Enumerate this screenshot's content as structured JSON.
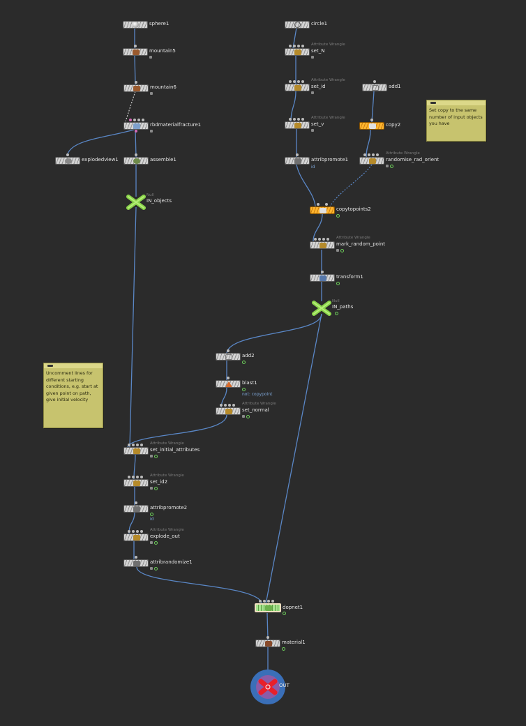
{
  "network": {
    "nodes": {
      "sphere1": {
        "name": "sphere1",
        "type": ""
      },
      "mountain5": {
        "name": "mountain5",
        "type": ""
      },
      "mountain6": {
        "name": "mountain6",
        "type": ""
      },
      "rbdmaterialfracture1": {
        "name": "rbdmaterialfracture1",
        "type": ""
      },
      "explodedview1": {
        "name": "explodedview1",
        "type": ""
      },
      "assemble1": {
        "name": "assemble1",
        "type": ""
      },
      "in_objects": {
        "name": "IN_objects",
        "type": "Null"
      },
      "circle1": {
        "name": "circle1",
        "type": ""
      },
      "set_n": {
        "name": "set_N",
        "type": "Attribute Wrangle"
      },
      "set_id": {
        "name": "set_id",
        "type": "Attribute Wrangle"
      },
      "set_v": {
        "name": "set_v",
        "type": "Attribute Wrangle"
      },
      "attribpromote1": {
        "name": "attribpromote1",
        "type": "",
        "extra": "id"
      },
      "add1": {
        "name": "add1",
        "type": ""
      },
      "copy2": {
        "name": "copy2",
        "type": ""
      },
      "randomise_rad_orient": {
        "name": "randomise_rad_orient",
        "type": "Attribute Wrangle"
      },
      "copytopoints2": {
        "name": "copytopoints2",
        "type": ""
      },
      "mark_random_point": {
        "name": "mark_random_point",
        "type": "Attribute Wrangle"
      },
      "transform1": {
        "name": "transform1",
        "type": ""
      },
      "in_paths": {
        "name": "IN_paths",
        "type": "Null"
      },
      "add2": {
        "name": "add2",
        "type": ""
      },
      "blast1": {
        "name": "blast1",
        "type": "",
        "extra": "not: copypoint"
      },
      "set_normal": {
        "name": "set_normal",
        "type": "Attribute Wrangle"
      },
      "set_initial_attributes": {
        "name": "set_initial_attributes",
        "type": "Attribute Wrangle"
      },
      "set_id2": {
        "name": "set_id2",
        "type": "Attribute Wrangle"
      },
      "attribpromote2": {
        "name": "attribpromote2",
        "type": "",
        "extra": "id"
      },
      "explode_out": {
        "name": "explode_out",
        "type": "Attribute Wrangle"
      },
      "attribrandomize1": {
        "name": "attribrandomize1",
        "type": ""
      },
      "dopnet1": {
        "name": "dopnet1",
        "type": ""
      },
      "material1": {
        "name": "material1",
        "type": ""
      },
      "out": {
        "name": "OUT",
        "type": ""
      }
    },
    "notes": {
      "copy_note": "Set copy to the same number of input objects you have",
      "uncomment_note": "Uncomment lines for different starting conditions, e.g. start at given point on path, give initial velocity"
    },
    "colors": {
      "background": "#2b2b2b",
      "wire": "#5a87c6",
      "null_green": "#8ad44a",
      "copy_orange": "#ffb52e",
      "out_red": "#e8202a",
      "out_ring": "#3a6fb8",
      "sticky": "#c7c36e"
    }
  }
}
